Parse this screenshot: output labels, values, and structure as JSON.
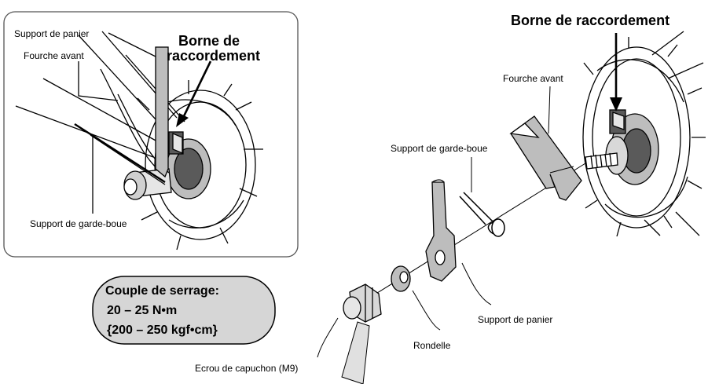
{
  "inset": {
    "support_panier": "Support de panier",
    "fourche_avant": "Fourche avant",
    "borne_line1": "Borne de",
    "borne_line2": "raccordement",
    "support_garde_boue": "Support de garde-boue"
  },
  "main": {
    "borne": "Borne de raccordement",
    "fourche_avant": "Fourche avant",
    "support_garde_boue": "Support de garde-boue",
    "support_panier": "Support de panier",
    "rondelle": "Rondelle",
    "ecrou": "Ecrou de capuchon (M9)"
  },
  "torque": {
    "line1": "Couple de serrage:",
    "line2": "20 – 25 N•m",
    "line3": "{200 – 250 kgf•cm}"
  },
  "colors": {
    "line": "#000000",
    "fill_gray": "#bdbdbd",
    "dark_gray": "#5a5a5a",
    "light_gray": "#e6e6e6",
    "box_border": "#555555",
    "pill_fill": "#d6d6d6"
  }
}
